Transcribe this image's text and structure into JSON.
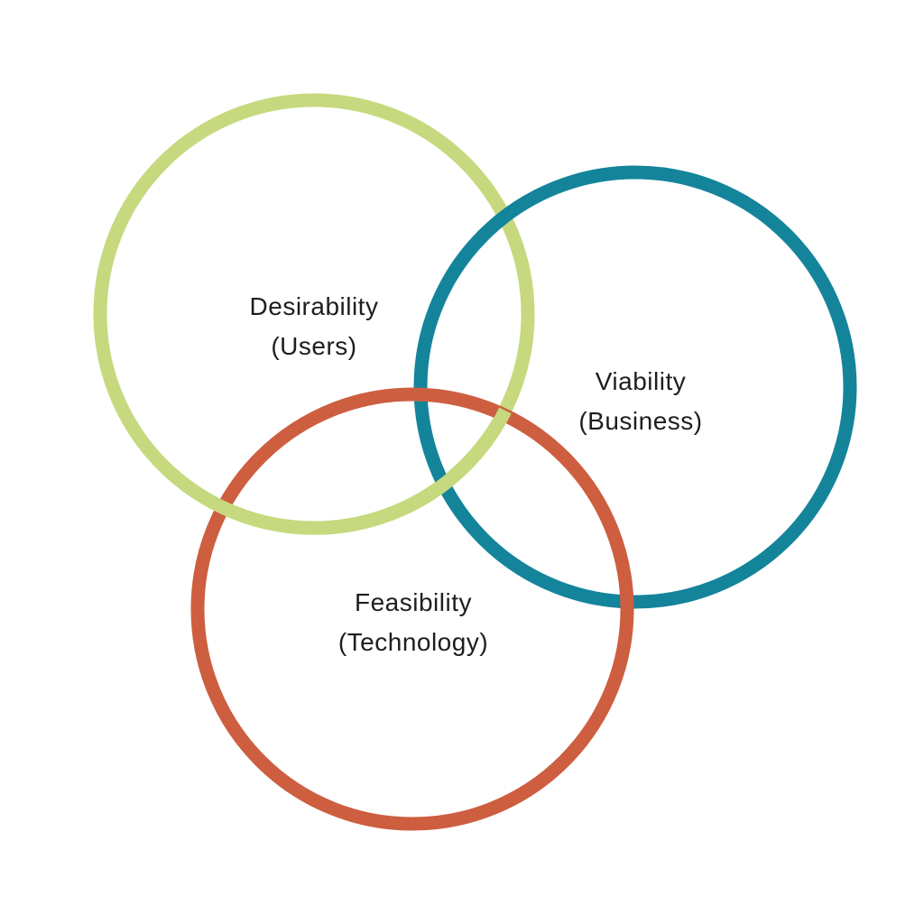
{
  "colors": {
    "background": "#ffffff",
    "text": "#1e1e1e",
    "desirability": "#c6d97e",
    "viability": "#14849a",
    "feasibility": "#cd5e40"
  },
  "circles": {
    "desirability": {
      "title": "Desirability",
      "subtitle": "(Users)"
    },
    "viability": {
      "title": "Viability",
      "subtitle": "(Business)"
    },
    "feasibility": {
      "title": "Feasibility",
      "subtitle": "(Technology)"
    }
  }
}
